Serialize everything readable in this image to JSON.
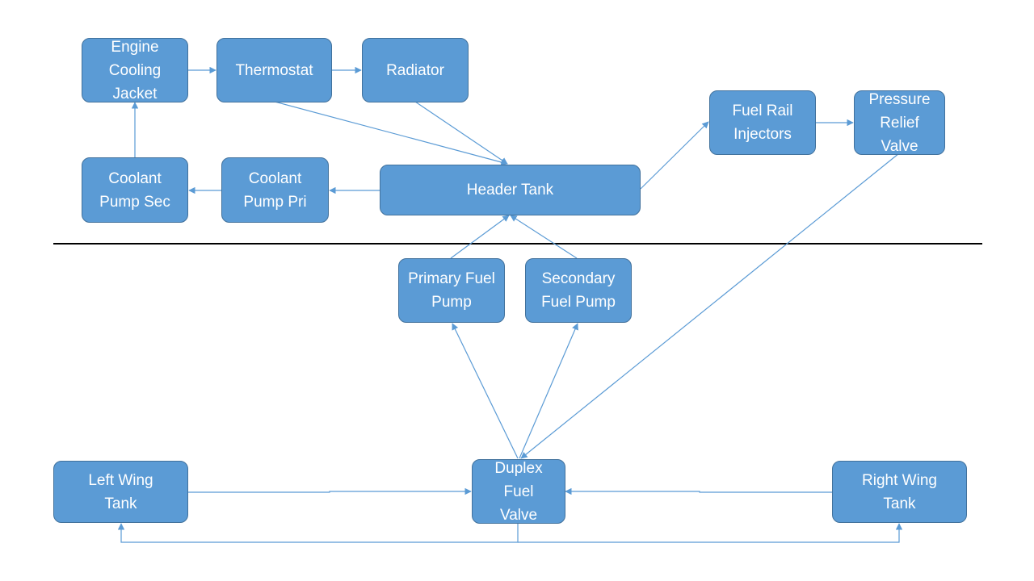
{
  "colors": {
    "node_fill": "#5b9bd5",
    "node_border": "#41719c",
    "connector": "#5b9bd5",
    "separator": "#000000",
    "text": "#ffffff",
    "background": "#ffffff"
  },
  "nodes": {
    "engine_cooling_jacket": "Engine Cooling Jacket",
    "thermostat": "Thermostat",
    "radiator": "Radiator",
    "coolant_pump_sec": "Coolant Pump Sec",
    "coolant_pump_pri": "Coolant Pump Pri",
    "header_tank": "Header Tank",
    "fuel_rail_injectors": "Fuel Rail Injectors",
    "pressure_relief_valve": "Pressure Relief Valve",
    "primary_fuel_pump": "Primary Fuel Pump",
    "secondary_fuel_pump": "Secondary Fuel Pump",
    "left_wing_tank": "Left Wing Tank",
    "duplex_fuel_valve": "Duplex Fuel Valve",
    "right_wing_tank": "Right Wing Tank"
  }
}
